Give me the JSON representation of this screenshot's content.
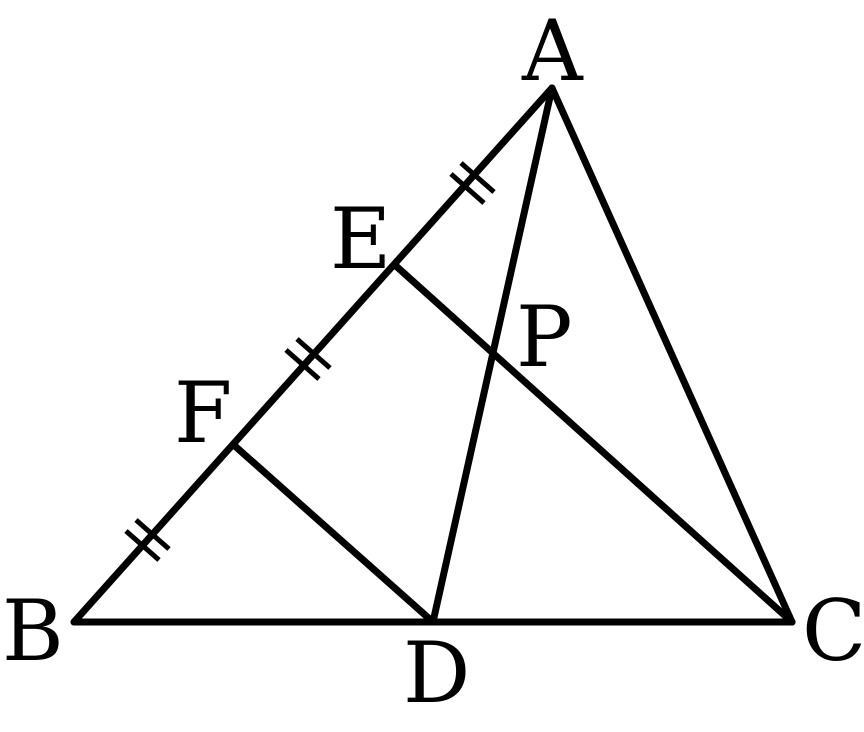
{
  "points": {
    "A": "A",
    "B": "B",
    "C": "C",
    "D": "D",
    "E": "E",
    "F": "F",
    "P": "P"
  },
  "segments": [
    "AB",
    "BC",
    "CA",
    "AD",
    "EC",
    "FD"
  ],
  "equal_marks": {
    "style": "double-tick",
    "segments": [
      "AE",
      "EF",
      "FB"
    ]
  },
  "colors": {
    "stroke": "#000000",
    "background": "#ffffff"
  }
}
